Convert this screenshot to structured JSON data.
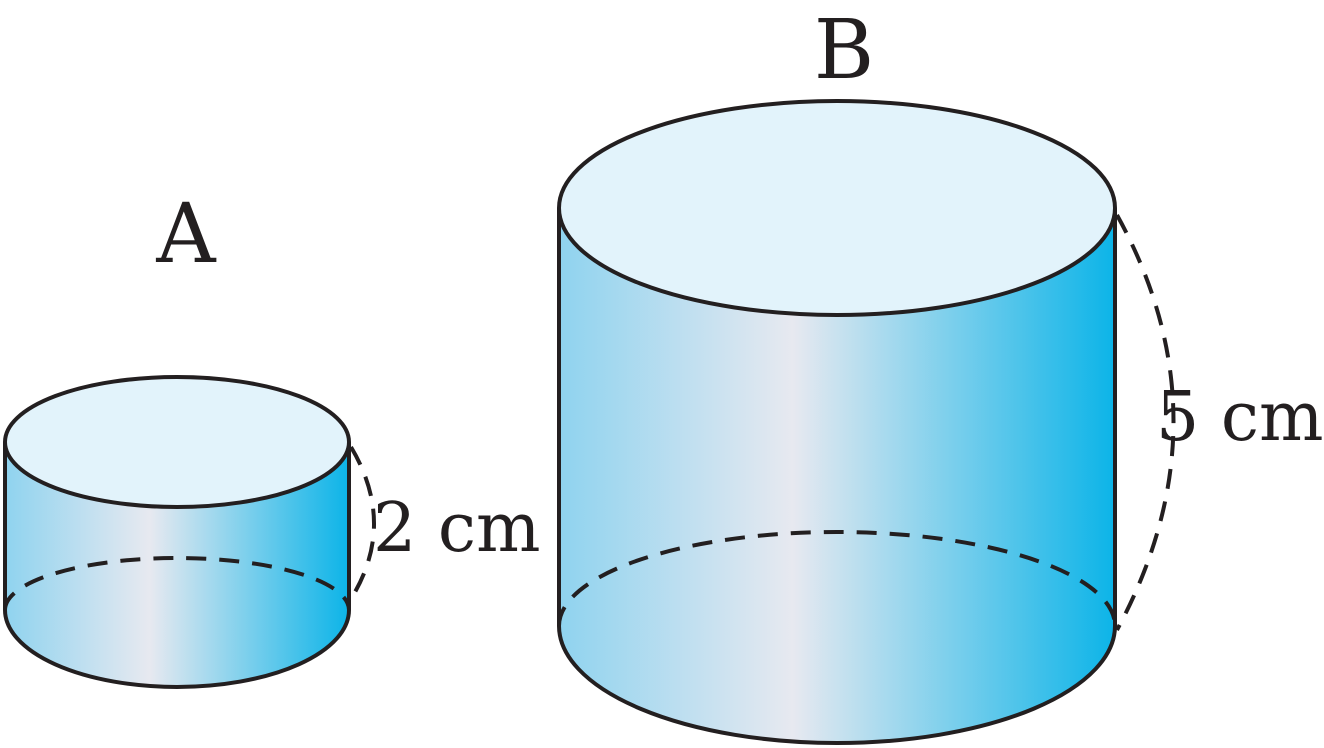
{
  "cylinders": [
    {
      "name": "A",
      "height_label": "2 cm",
      "height_cm": 2
    },
    {
      "name": "B",
      "height_label": "5 cm",
      "height_cm": 5
    }
  ],
  "colors": {
    "side_edge": "#7fd0ee",
    "side_mid": "#e7e9f0",
    "side_right": "#0cb4e8",
    "top_face": "#e2f3fb",
    "stroke": "#231f20"
  }
}
